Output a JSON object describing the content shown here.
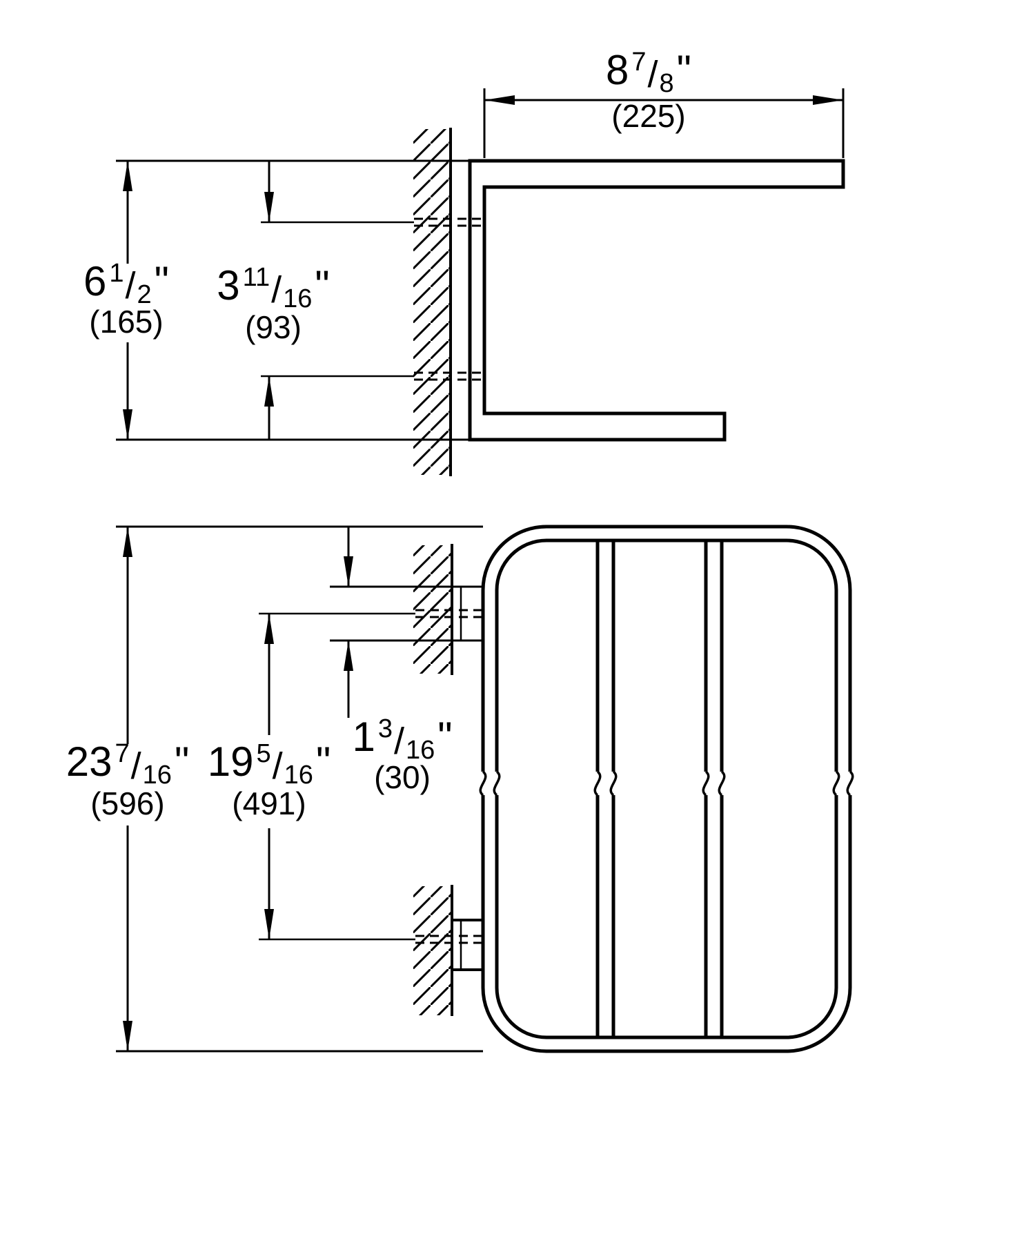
{
  "colors": {
    "line": "#000000",
    "background": "#ffffff"
  },
  "fraction_separator": "/",
  "dimensions": {
    "top_width": {
      "whole": "8",
      "numerator": "7",
      "denominator": "8",
      "unit": "\"",
      "metric": "(225)"
    },
    "side_height": {
      "whole": "6",
      "numerator": "1",
      "denominator": "2",
      "unit": "\"",
      "metric": "(165)"
    },
    "side_offset": {
      "whole": "3",
      "numerator": "11",
      "denominator": "16",
      "unit": "\"",
      "metric": "(93)"
    },
    "front_height": {
      "whole": "23",
      "numerator": "7",
      "denominator": "16",
      "unit": "\"",
      "metric": "(596)"
    },
    "front_inner": {
      "whole": "19",
      "numerator": "5",
      "denominator": "16",
      "unit": "\"",
      "metric": "(491)"
    },
    "bracket_offset": {
      "whole": "1",
      "numerator": "3",
      "denominator": "16",
      "unit": "\"",
      "metric": "(30)"
    }
  }
}
